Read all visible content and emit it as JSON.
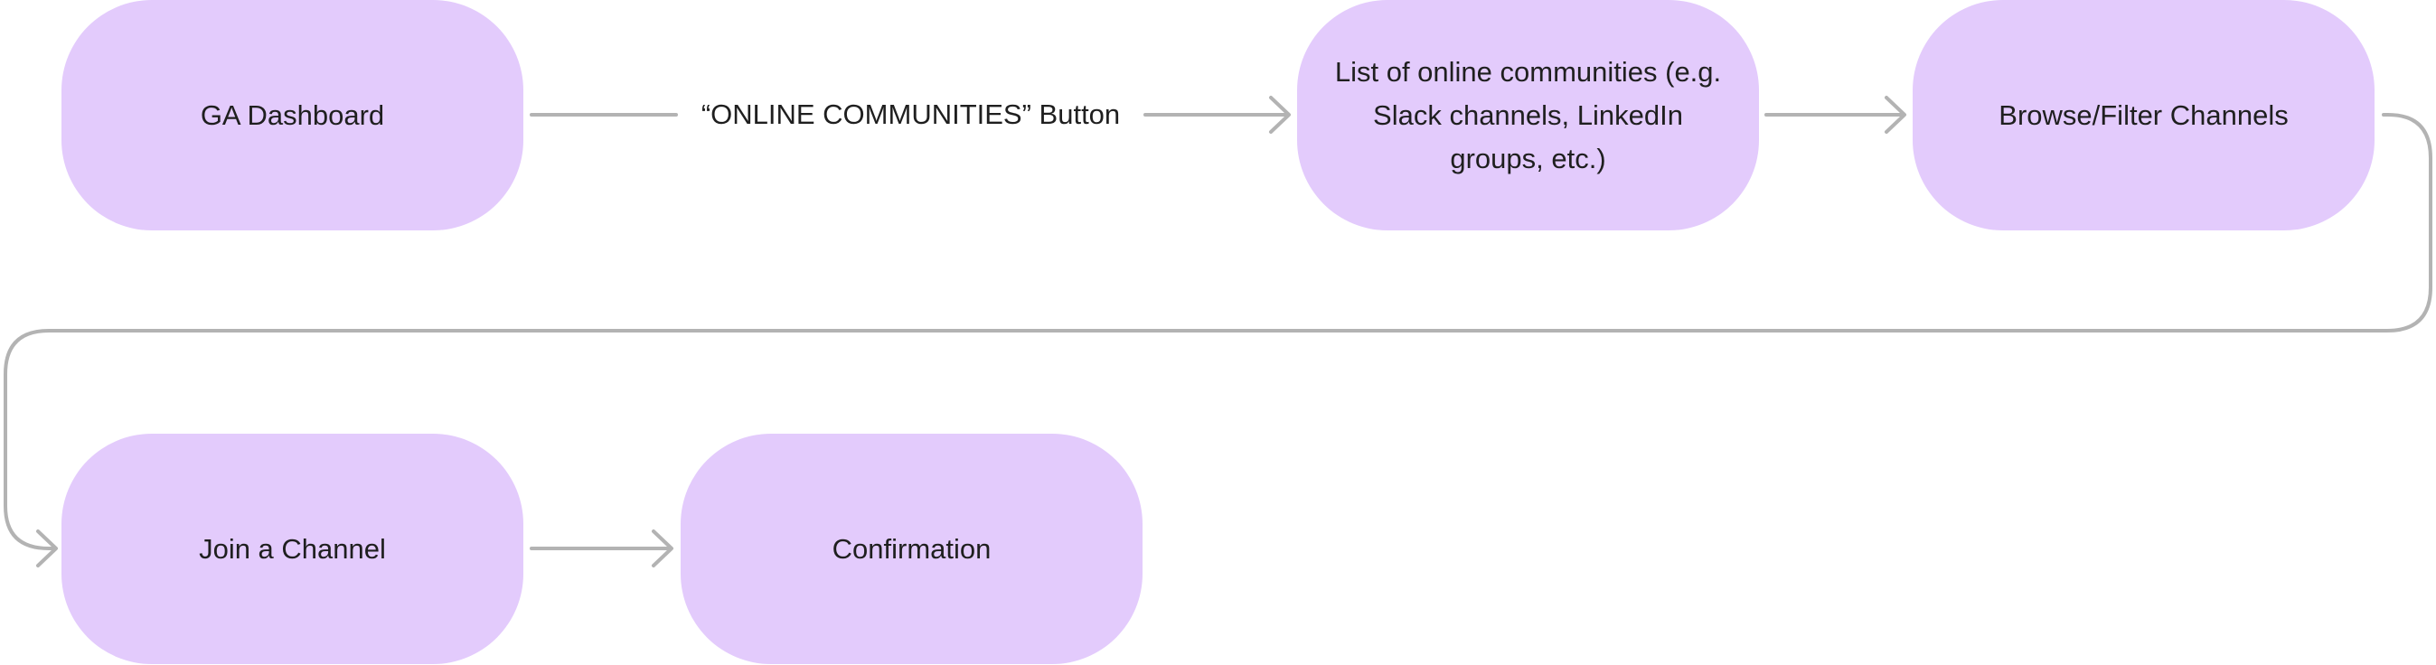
{
  "diagram": {
    "nodes": {
      "ga_dashboard": "GA Dashboard",
      "communities_list": "List of online communities (e.g. Slack channels, LinkedIn groups, etc.)",
      "browse_filter": "Browse/Filter Channels",
      "join_channel": "Join a Channel",
      "confirmation": "Confirmation"
    },
    "edge_labels": {
      "online_communities_button": "“ONLINE COMMUNITIES” Button"
    },
    "colors": {
      "node_fill": "#e3cbfc",
      "connector": "#b3b3b3",
      "text": "#1f1f1f"
    }
  }
}
